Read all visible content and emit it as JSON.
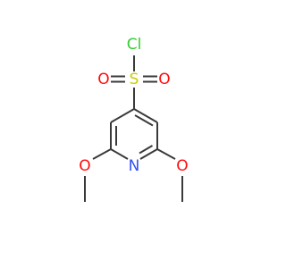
{
  "molecule": {
    "atoms": {
      "cl": {
        "label": "Cl",
        "color": "#33cc33"
      },
      "s": {
        "label": "S",
        "color": "#cccc00"
      },
      "o_left": {
        "label": "O",
        "color": "#ff0d0d"
      },
      "o_right": {
        "label": "O",
        "color": "#ff0d0d"
      },
      "n": {
        "label": "N",
        "color": "#3050f8"
      },
      "o_methoxy_left": {
        "label": "O",
        "color": "#ff0d0d"
      },
      "o_methoxy_right": {
        "label": "O",
        "color": "#ff0d0d"
      }
    },
    "bond_color": "#3a3a3a"
  }
}
